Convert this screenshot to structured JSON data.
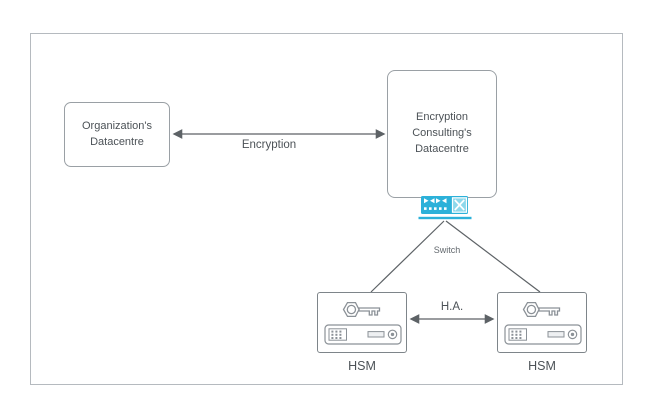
{
  "diagram": {
    "title": "HSM high-availability architecture diagram",
    "colors": {
      "background": "#ffffff",
      "frame_border": "#b5babf",
      "connector": "#5d6266",
      "box_border": "#9aa0a5",
      "hsm_border": "#7e858a",
      "icon_stroke": "#8b9197",
      "switch_blue": "#2cb1d9",
      "switch_panel_blue": "#8ed8eb",
      "text": "#4c5257"
    },
    "nodes": {
      "org_datacentre": {
        "label": "Organization's\nDatacentre"
      },
      "ec_datacentre": {
        "label": "Encryption\nConsulting's\nDatacentre"
      },
      "switch": {
        "label": "Switch"
      },
      "hsm_left": {
        "label": "HSM"
      },
      "hsm_right": {
        "label": "HSM"
      }
    },
    "connectors": {
      "encryption_link": {
        "label": "Encryption",
        "from": "Organization's Datacentre",
        "to": "Encryption Consulting's Datacentre",
        "arrows": "both"
      },
      "ha_link": {
        "label": "H.A.",
        "from": "HSM (left)",
        "to": "HSM (right)",
        "arrows": "both"
      },
      "switch_to_hsm_left": {
        "label": "",
        "arrows": "none"
      },
      "switch_to_hsm_right": {
        "label": "",
        "arrows": "none"
      }
    },
    "icons": {
      "switch": "network-switch-icon",
      "hsm_key": "key-icon",
      "hsm_appliance": "rack-server-icon"
    }
  }
}
